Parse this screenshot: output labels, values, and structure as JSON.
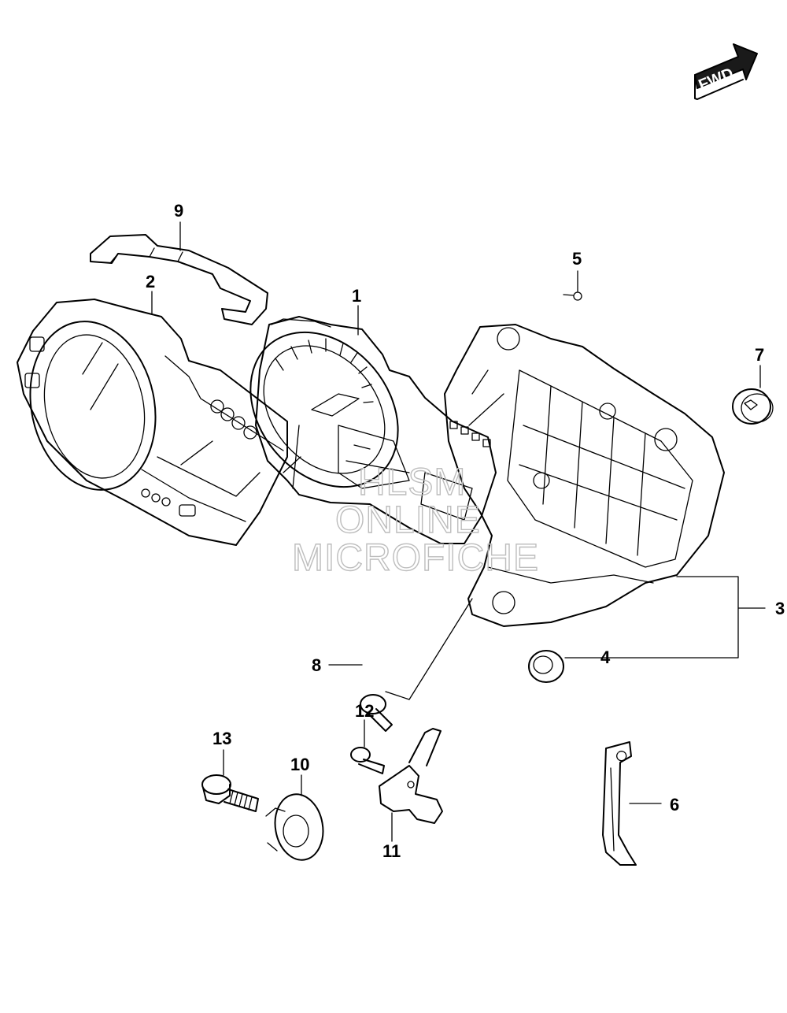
{
  "direction_badge": {
    "label": "FWD"
  },
  "callouts": [
    {
      "id": "1",
      "label": "1"
    },
    {
      "id": "2",
      "label": "2"
    },
    {
      "id": "3",
      "label": "3"
    },
    {
      "id": "4",
      "label": "4"
    },
    {
      "id": "5",
      "label": "5"
    },
    {
      "id": "6",
      "label": "6"
    },
    {
      "id": "7",
      "label": "7"
    },
    {
      "id": "8",
      "label": "8"
    },
    {
      "id": "9",
      "label": "9"
    },
    {
      "id": "10",
      "label": "10"
    },
    {
      "id": "11",
      "label": "11"
    },
    {
      "id": "12",
      "label": "12"
    },
    {
      "id": "13",
      "label": "13"
    }
  ],
  "watermark": {
    "line1": "HLSM",
    "line2": "ONLINE",
    "line3": "MICROFICHE"
  }
}
